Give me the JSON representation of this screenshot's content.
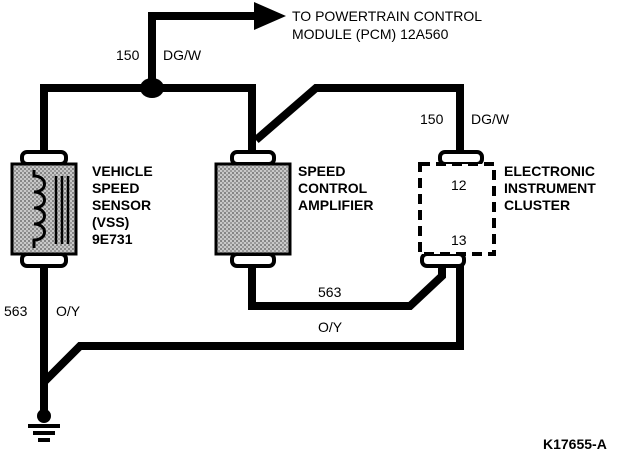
{
  "colors": {
    "ink": "#000000",
    "paper": "#ffffff",
    "component_fill": "#b8b8b8"
  },
  "pcm_label": {
    "line1": "TO POWERTRAIN CONTROL",
    "line2": "MODULE (PCM) 12A560"
  },
  "wire_150_top": {
    "circuit": "150",
    "color_code": "DG/W"
  },
  "wire_150_right": {
    "circuit": "150",
    "color_code": "DG/W"
  },
  "wire_563_left": {
    "circuit": "563",
    "color_code": "O/Y"
  },
  "wire_563_middle": {
    "circuit": "563",
    "color_code": "O/Y"
  },
  "vss": {
    "line1": "VEHICLE",
    "line2": "SPEED",
    "line3": "SENSOR",
    "line4": "(VSS)",
    "line5": "9E731"
  },
  "amplifier": {
    "line1": "SPEED",
    "line2": "CONTROL",
    "line3": "AMPLIFIER"
  },
  "cluster": {
    "line1": "ELECTRONIC",
    "line2": "INSTRUMENT",
    "line3": "CLUSTER",
    "pin_top": "12",
    "pin_bottom": "13"
  },
  "figure_id": "K17655-A",
  "icons": {
    "ground": "ground-icon",
    "splice": "splice-dot-icon",
    "arrow": "arrow-right-icon"
  }
}
